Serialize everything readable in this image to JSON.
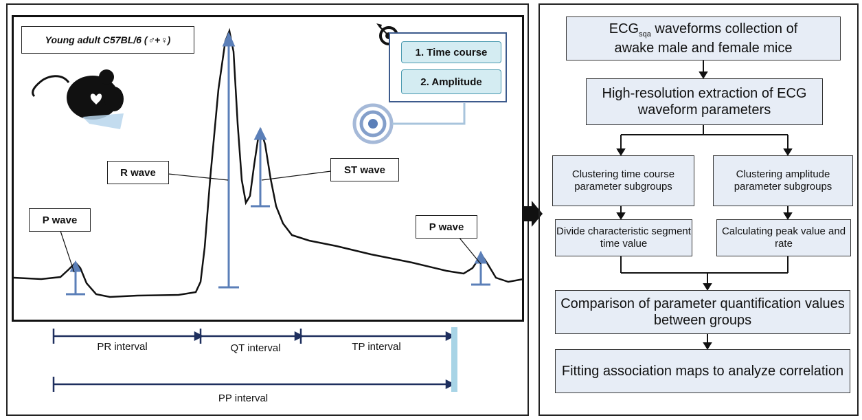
{
  "left": {
    "title": "Young adult C57BL/6  (♂+♀)",
    "legend": {
      "item1": "1. Time course",
      "item2": "2. Amplitude"
    },
    "wave_labels": {
      "r": "R wave",
      "st": "ST wave",
      "p_left": "P wave",
      "p_right": "P wave"
    },
    "intervals": {
      "pr": "PR interval",
      "qt": "QT interval",
      "tp": "TP interval",
      "pp": "PP interval"
    }
  },
  "flow": {
    "step1_pre": "ECG",
    "step1_sub": "sqa",
    "step1_line1_rest": " waveforms collection of",
    "step1_line2": "awake male and female mice",
    "step2": "High-resolution extraction of ECG waveform parameters",
    "step3a": "Clustering time course parameter subgroups",
    "step3b": "Clustering amplitude parameter subgroups",
    "step4a": "Divide characteristic segment time value",
    "step4b": "Calculating peak value and rate",
    "step5": "Comparison of parameter quantification values between groups",
    "step6": "Fitting association maps to analyze correlation"
  },
  "colors": {
    "accent": "#5b7fb8",
    "pill": "#d4ecf2",
    "flowbox": "#e7edf6",
    "interval": "#1e2f5e",
    "pp_bar": "#a8d4e6"
  }
}
